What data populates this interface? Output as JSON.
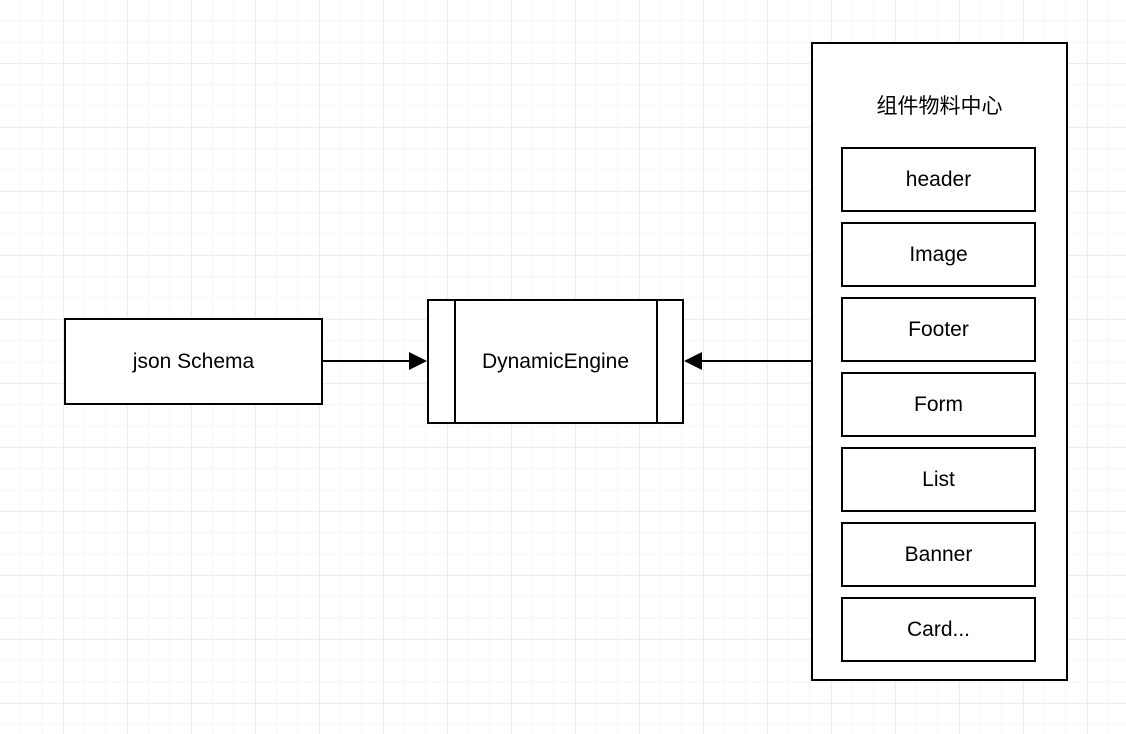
{
  "diagram": {
    "title": "DynamicEngine architecture flow",
    "background": {
      "grid": "on",
      "minor_grid_color": "#f6f6f6",
      "major_grid_color": "#ededed",
      "canvas_color": "#ffffff"
    },
    "stroke_color": "#000000",
    "fill_color": "#ffffff"
  },
  "nodes": {
    "json_schema": {
      "label": "json Schema",
      "shape": "rectangle"
    },
    "dynamic_engine": {
      "label": "DynamicEngine",
      "shape": "subroutine"
    },
    "material_center": {
      "title": "组件物料中心",
      "shape": "container",
      "items": [
        {
          "label": "header"
        },
        {
          "label": "Image"
        },
        {
          "label": "Footer"
        },
        {
          "label": "Form"
        },
        {
          "label": "List"
        },
        {
          "label": "Banner"
        },
        {
          "label": "Card..."
        }
      ]
    }
  },
  "edges": [
    {
      "from": "json_schema",
      "to": "dynamic_engine",
      "direction": "right",
      "arrowhead": "filled-triangle"
    },
    {
      "from": "material_center",
      "to": "dynamic_engine",
      "direction": "left",
      "arrowhead": "filled-triangle"
    }
  ]
}
